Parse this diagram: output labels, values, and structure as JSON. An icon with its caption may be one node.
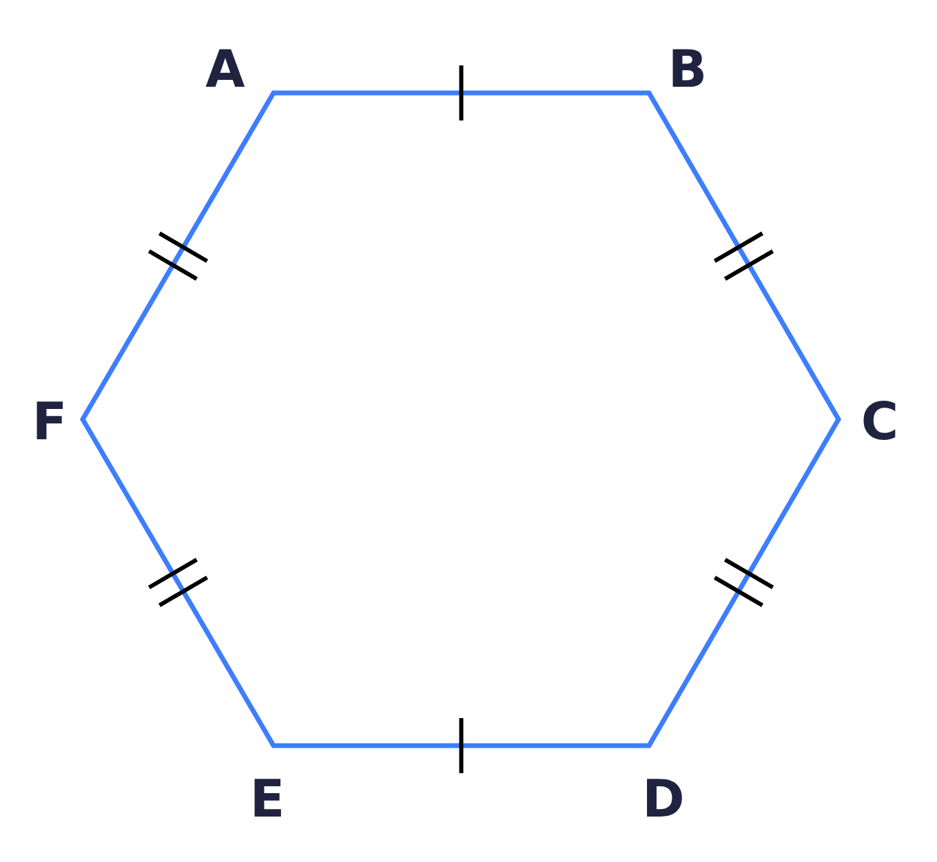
{
  "diagram": {
    "labels": [
      "A",
      "B",
      "F",
      "C",
      "E",
      "D"
    ]
  }
}
